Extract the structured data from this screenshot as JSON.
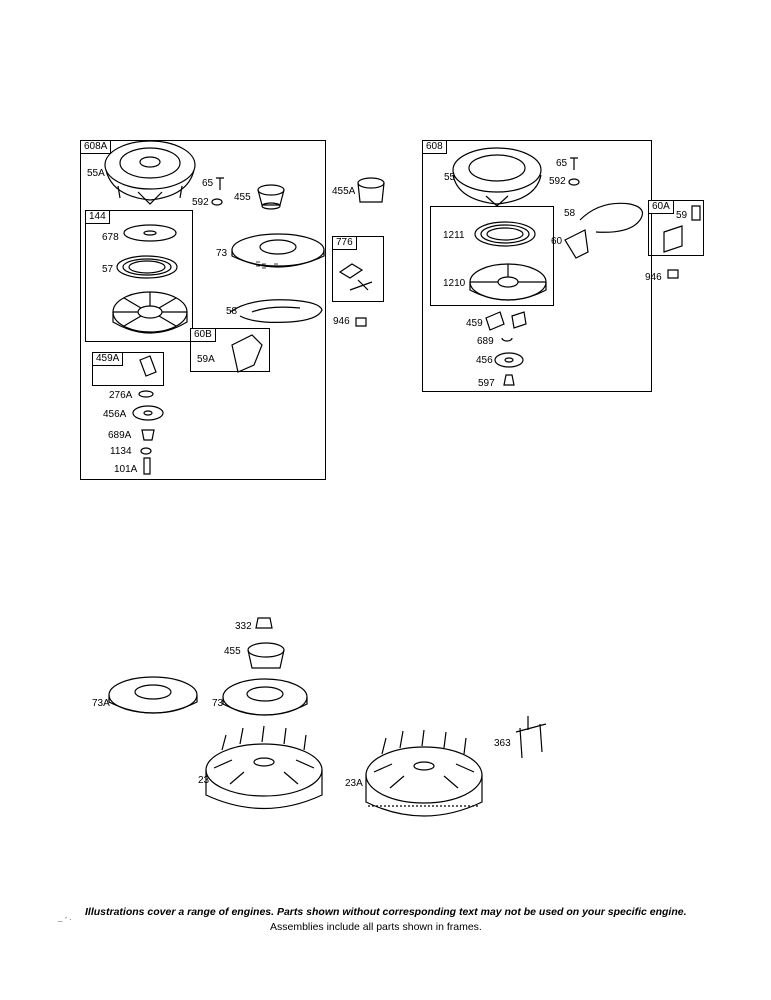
{
  "panels": {
    "left_frame": "608A",
    "right_frame": "608"
  },
  "subframes": {
    "f144": "144",
    "f459A": "459A",
    "f60B": "60B",
    "f776": "776",
    "f60A": "60A"
  },
  "labels": {
    "l55A": "55A",
    "l65a": "65",
    "l592a": "592",
    "l455": "455",
    "l455A": "455A",
    "l678": "678",
    "l57": "57",
    "l73": "73",
    "l58a": "58",
    "l946a": "946",
    "l59A": "59A",
    "l276A": "276A",
    "l456A": "456A",
    "l689A": "689A",
    "l1134": "1134",
    "l101A": "101A",
    "l65b": "65",
    "l55": "55",
    "l592b": "592",
    "l58b": "58",
    "l59": "59",
    "l1211": "1211",
    "l60": "60",
    "l946b": "946",
    "l1210": "1210",
    "l459": "459",
    "l689": "689",
    "l456": "456",
    "l597": "597",
    "l332": "332",
    "l455c": "455",
    "l73A": "73A",
    "l73b": "73",
    "l363": "363",
    "l23": "23",
    "l23A": "23A"
  },
  "footer": {
    "note": "Illustrations cover a range of engines. Parts shown without corresponding text may not be used on your specific engine.",
    "assemblies": "Assemblies include all parts shown in frames.",
    "marks": "_ - ."
  }
}
